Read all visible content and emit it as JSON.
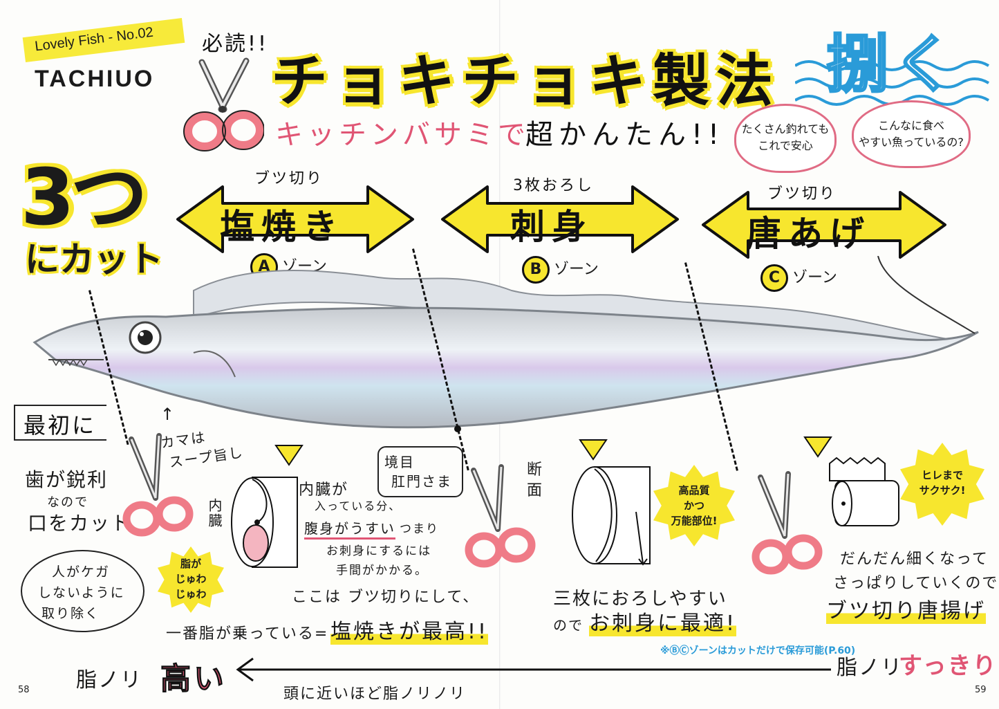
{
  "series_label": "Lovely Fish - No.02",
  "fish_name": "TACHIUO",
  "must_read": "必読!!",
  "main_title": "チョキチョキ製法",
  "subtitle_pink": "キッチンバサミで",
  "subtitle_black": "超かんたん!!",
  "corner_title": "捌く",
  "bubbles": [
    "たくさん釣れても\nこれで安心",
    "こんなに食べ\nやすい魚っているの?"
  ],
  "cut_count": "3つ",
  "cut_label": "にカット",
  "zones": [
    {
      "cut": "ブツ切り",
      "dish": "塩焼き",
      "letter": "A",
      "suffix": "ゾーン"
    },
    {
      "cut": "3枚おろし",
      "dish": "刺身",
      "letter": "B",
      "suffix": "ゾーン"
    },
    {
      "cut": "ブツ切り",
      "dish": "唐あげ",
      "letter": "C",
      "suffix": "ゾーン"
    }
  ],
  "first_box": "最初に",
  "first_note": [
    "歯が鋭利",
    "なので",
    "口をカット"
  ],
  "safety_bubble": [
    "人がケガ",
    "しないように",
    "取り除く"
  ],
  "kama_note": [
    "カマは",
    "スープ旨し"
  ],
  "boundary_note": [
    "境目",
    "肛門さま"
  ],
  "zone_a_notes": {
    "naizo": "内臓",
    "line1": "内臓が",
    "line2": "入っている分、",
    "line3a": "腹身がうすい",
    "line3b": "つまり",
    "line4": "お刺身にするには",
    "line5": "手間がかかる。",
    "line6": "ここは ブツ切りにして、",
    "line7a": "一番脂が乗っている=",
    "line7b": "塩焼きが最高!!",
    "fat_burst": [
      "脂が",
      "じゅわ",
      "じゅわ"
    ]
  },
  "zone_b_notes": {
    "danmen": "断面",
    "burst": [
      "高品質",
      "かつ",
      "万能部位!"
    ],
    "line1": "三枚におろしやすい",
    "line2a": "ので",
    "line2b": "お刺身に最適!",
    "footnote": "※ⒷⒸゾーンはカットだけで保存可能(P.60)"
  },
  "zone_c_notes": {
    "burst": [
      "ヒレまで",
      "サクサク!"
    ],
    "line1": "だんだん細くなって",
    "line2": "さっぱりしていくので",
    "line3": "ブツ切り唐揚げ"
  },
  "fat_scale": {
    "left_label": "脂ノリ",
    "left_value": "高い",
    "arrow_text": "頭に近いほど脂ノリノリ",
    "right_label": "脂ノリ",
    "right_value": "すっきり"
  },
  "page_left": "58",
  "page_right": "59",
  "colors": {
    "yellow": "#f7e62e",
    "pink": "#e05574",
    "blue": "#2a9bd8",
    "scissors": "#ef7b87"
  }
}
